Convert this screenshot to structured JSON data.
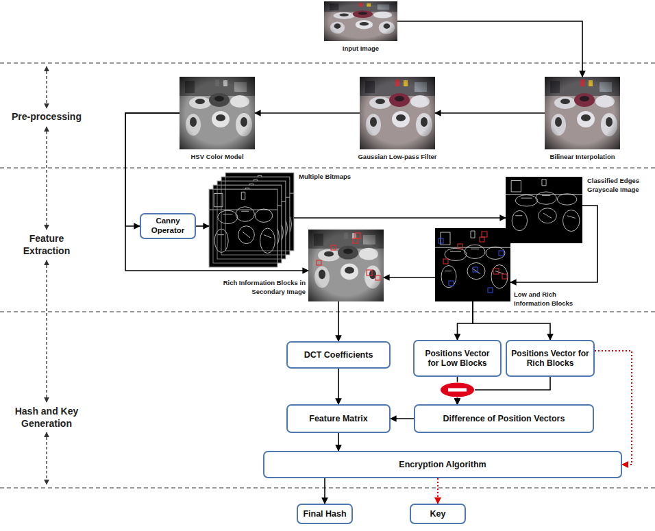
{
  "diagram": {
    "nodes": [
      {
        "text": [
          "Input Image"
        ]
      },
      {
        "text": [
          "Bilinear Interpolation"
        ]
      },
      {
        "text": [
          "Gaussian Low-pass Filter"
        ]
      },
      {
        "text": [
          "HSV Color Model"
        ]
      },
      {
        "text": [
          "Canny Operator"
        ]
      },
      {
        "text": [
          "Multiple Bitmaps"
        ]
      },
      {
        "text": [
          "Classified Edges Grayscale Image"
        ]
      },
      {
        "text": [
          "Rich Information Blocks in Secondary Image"
        ]
      },
      {
        "text": [
          "Low and Rich Information Blocks"
        ]
      },
      {
        "text": [
          "DCT Coefficients"
        ]
      },
      {
        "text": [
          "Positions Vector for Low Blocks"
        ]
      },
      {
        "text": [
          "Positions Vector for Rich Blocks"
        ]
      },
      {
        "text": [
          "Feature Matrix"
        ]
      },
      {
        "text": [
          "Difference of Position Vectors"
        ]
      },
      {
        "text": [
          "Encryption Algorithm"
        ]
      },
      {
        "text": [
          "Final Hash"
        ]
      },
      {
        "text": [
          "Key"
        ]
      }
    ],
    "edges": [
      {
        "from": 0,
        "to": 1,
        "arrow": "to"
      },
      {
        "from": 1,
        "to": 2,
        "arrow": "to"
      },
      {
        "from": 2,
        "to": 3,
        "arrow": "to"
      },
      {
        "from": 3,
        "to": 4,
        "arrow": "to"
      },
      {
        "from": 3,
        "to": 7,
        "arrow": "to"
      },
      {
        "from": 4,
        "to": 5,
        "arrow": "to"
      },
      {
        "from": 5,
        "to": 6,
        "arrow": "to"
      },
      {
        "from": 6,
        "to": 8,
        "arrow": "to"
      },
      {
        "from": 8,
        "to": 7,
        "arrow": "to"
      },
      {
        "from": 7,
        "to": 9,
        "arrow": "to"
      },
      {
        "from": 8,
        "to": 10,
        "arrow": "to"
      },
      {
        "from": 8,
        "to": 11,
        "arrow": "to"
      },
      {
        "from": 10,
        "to": 13,
        "arrow": "to"
      },
      {
        "from": 11,
        "to": 13,
        "arrow": "to"
      },
      {
        "from": 11,
        "to": 14,
        "arrow": "to"
      },
      {
        "from": 9,
        "to": 12,
        "arrow": "to"
      },
      {
        "from": 13,
        "to": 12,
        "arrow": "to"
      },
      {
        "from": 12,
        "to": 14,
        "arrow": "to"
      },
      {
        "from": 14,
        "to": 15,
        "arrow": "to"
      },
      {
        "from": 14,
        "to": 16,
        "arrow": "to"
      }
    ],
    "labels": [
      "Pre-processing",
      "Feature Extraction",
      "Hash and Key Generation"
    ]
  }
}
